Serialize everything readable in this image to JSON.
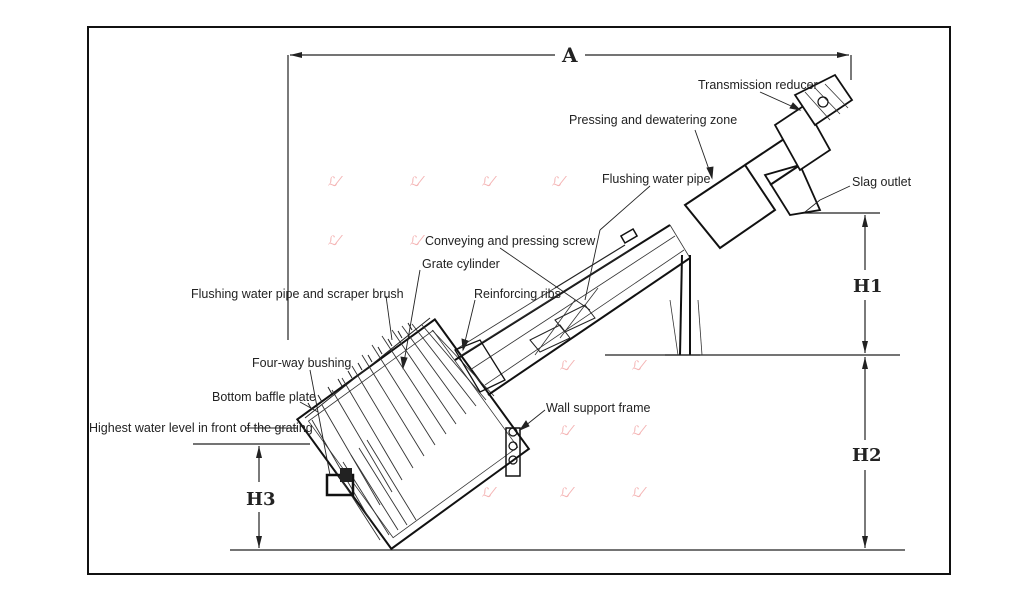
{
  "labels": {
    "transmission_reducer": "Transmission reducer",
    "pressing_zone": "Pressing and dewatering zone",
    "flushing_pipe": "Flushing water pipe",
    "slag_outlet": "Slag outlet",
    "conveying_screw": "Conveying and pressing screw",
    "grate_cylinder": "Grate cylinder",
    "flushing_scraper": "Flushing water pipe and scraper brush",
    "reinforcing_ribs": "Reinforcing ribs",
    "four_way_bushing": "Four-way bushing",
    "bottom_baffle": "Bottom baffle plate",
    "wall_support": "Wall support frame",
    "highest_water": "Highest water level in front of the grating"
  },
  "dimensions": {
    "a": "A",
    "h1": "H1",
    "h2": "H2",
    "h3": "H3"
  }
}
